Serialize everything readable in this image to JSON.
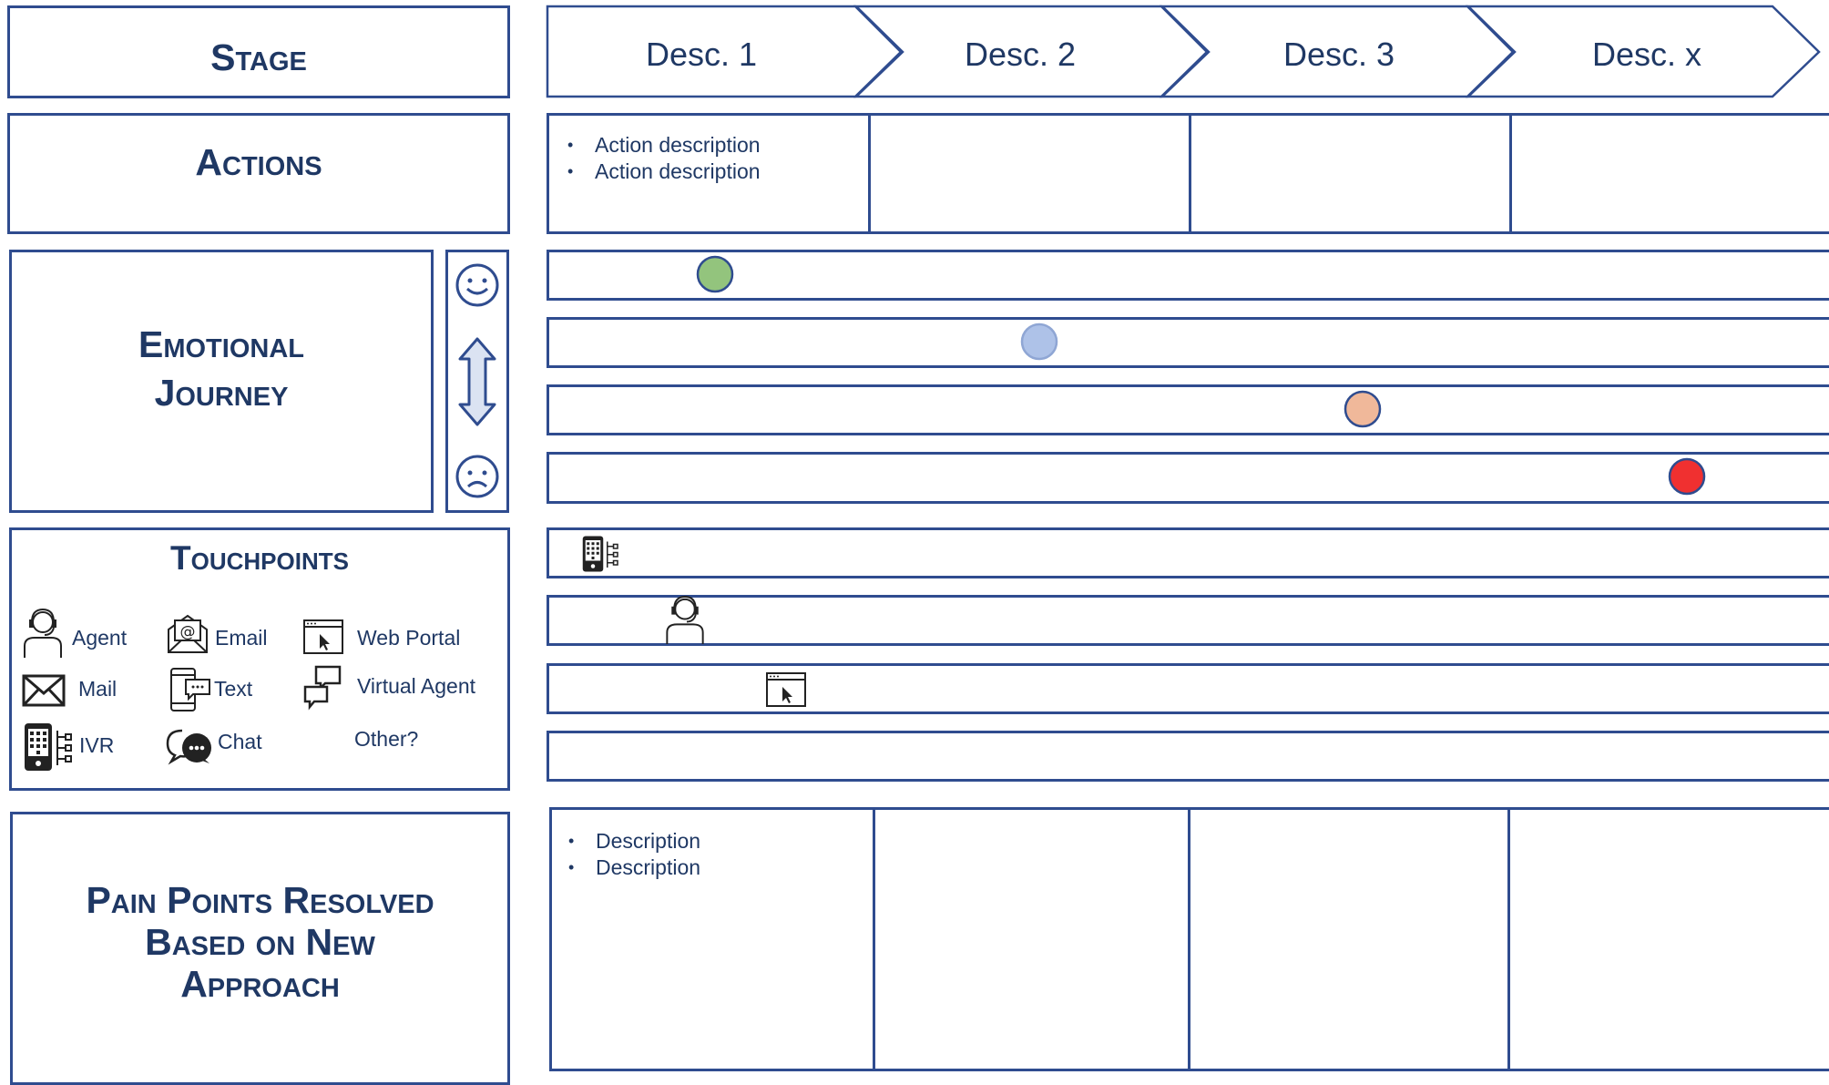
{
  "rows": {
    "stage": "Stage",
    "actions": "Actions",
    "emotional_journey": [
      "Emotional",
      "Journey"
    ],
    "touchpoints": "Touchpoints",
    "pain_points": [
      "Pain Points Resolved",
      "Based on New",
      "Approach"
    ]
  },
  "stages": [
    "Desc. 1",
    "Desc. 2",
    "Desc. 3",
    "Desc. x"
  ],
  "actions": {
    "stage1": [
      "Action description",
      "Action description"
    ]
  },
  "touchpoint_legend": {
    "agent": "Agent",
    "email": "Email",
    "web_portal": "Web Portal",
    "mail": "Mail",
    "text": "Text",
    "virtual_agent": "Virtual Agent",
    "ivr": "IVR",
    "chat": "Chat",
    "other": "Other?"
  },
  "pain_points": {
    "stage1": [
      "Description",
      "Description"
    ]
  },
  "emotion_colors": [
    "#93c47d",
    "#aec2e8",
    "#f0b89a",
    "#f03030"
  ],
  "emotion_icons": [
    "smiley-face-icon",
    "double-arrow-icon",
    "sad-face-icon"
  ],
  "touchpoint_lane_icons": [
    "ivr-icon",
    "agent-icon",
    "web-portal-icon"
  ]
}
